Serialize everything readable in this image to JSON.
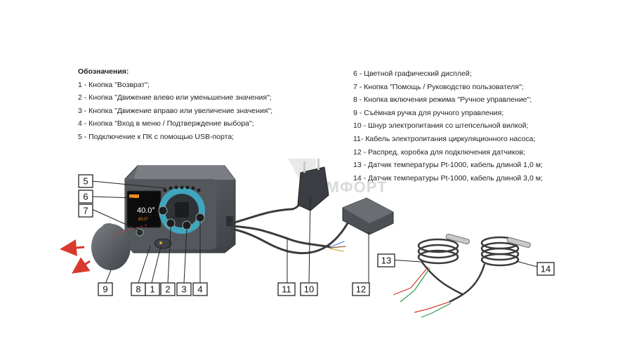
{
  "legend": {
    "title": "Обозначения:",
    "left_items": [
      "1 - Кнопка \"Возврат\";",
      "2 - Кнопка \"Движение влево или уменьшение значения\";",
      "3 - Кнопка \"Движение вправо или увеличение значения\";",
      "4 - Кнопка \"Вход в меню / Подтверждение выбора\";",
      "5 - Подключение к ПК с помощью USB-порта;"
    ],
    "right_items": [
      "6 - Цветной графический дисплей;",
      "7 - Кнопка \"Помощь / Руководство пользователя\";",
      "8 - Кнопка включения режима \"Ручное управление\";",
      "9 - Съёмная ручка для ручного управления;",
      "10 - Шнур электропитания со штепсельной вилкой;",
      "11- Кабель электропитания циркуляционного насоса;",
      "12 - Распред. коробка для подключения датчиков;",
      "13 - Датчик температуры Pt-1000, кабель длиной 1,0 м;",
      "14 - Датчик температуры Pt-1000, кабель длиной 3,0 м;"
    ]
  },
  "display": {
    "temperature": "40.0°",
    "secondary": "60.0°"
  },
  "callouts": [
    "1",
    "2",
    "3",
    "4",
    "5",
    "6",
    "7",
    "8",
    "9",
    "10",
    "11",
    "12",
    "13",
    "14"
  ],
  "watermark": "КОМФОРТ",
  "colors": {
    "body": "#4a4e53",
    "ring": "#3fa6bd",
    "cable": "#3b3b3b"
  }
}
